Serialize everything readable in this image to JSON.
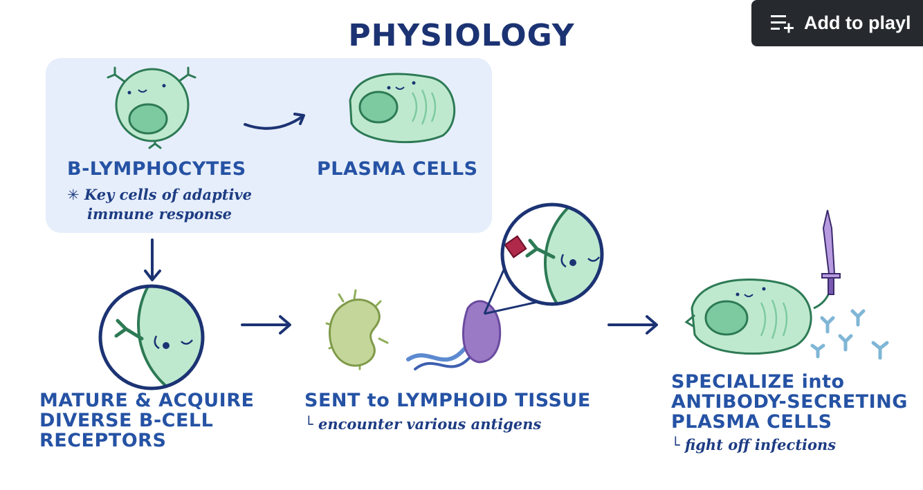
{
  "title": "PHYSIOLOGY",
  "playlist_button": {
    "label": "Add to playl",
    "icon": "playlist-add-icon"
  },
  "panel": {
    "b_lymphocytes": "B-LYMPHOCYTES",
    "b_note_mark": "✳",
    "b_note_line1": "Key cells of adaptive",
    "b_note_line2": "immune response",
    "plasma_cells": "PLASMA CELLS"
  },
  "steps": {
    "mature": {
      "line1": "MATURE & ACQUIRE",
      "line2": "DIVERSE B-CELL",
      "line3": "RECEPTORS"
    },
    "sent": {
      "line1": "SENT to LYMPHOID TISSUE",
      "note": "encounter various antigens",
      "note_mark": "└"
    },
    "specialize": {
      "line1": "SPECIALIZE into",
      "line2": "ANTIBODY-SECRETING",
      "line3": "PLASMA CELLS",
      "note": "fight off infections",
      "note_mark": "└"
    }
  },
  "colors": {
    "cell_fill": "#bfe9cf",
    "cell_stroke": "#2d7a55",
    "nucleus": "#7dcaa0",
    "arrow": "#1c3373",
    "panel_bg": "#e6eefb",
    "node_fill": "#c4d69a",
    "lymph_tissue": "#9a7ac4",
    "antigen": "#b0284a",
    "antibody": "#7fb6d6"
  }
}
